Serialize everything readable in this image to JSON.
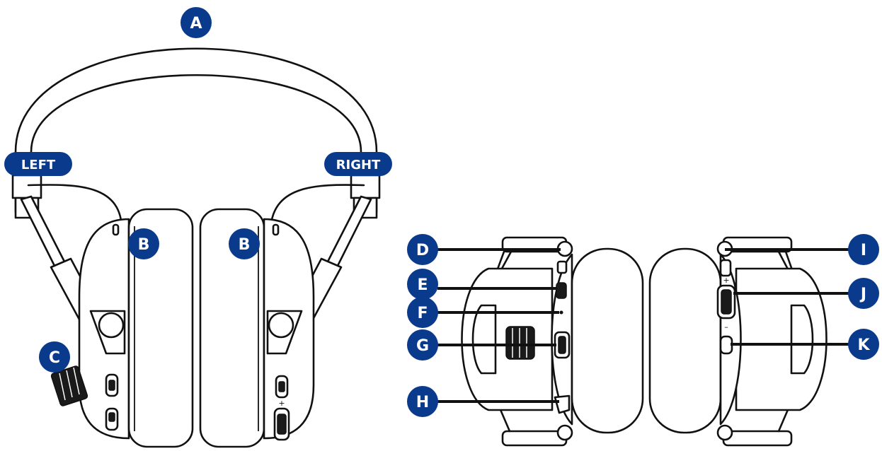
{
  "colors": {
    "callout_fill": "#0a3a8c",
    "line": "#111111"
  },
  "labels": {
    "left": "LEFT",
    "right": "RIGHT"
  },
  "callouts": {
    "a": "A",
    "b_left": "B",
    "b_right": "B",
    "c": "C",
    "d": "D",
    "e": "E",
    "f": "F",
    "g": "G",
    "h": "H",
    "i": "I",
    "j": "J",
    "k": "K"
  },
  "button_marks": {
    "plus": "+",
    "minus": "–"
  }
}
